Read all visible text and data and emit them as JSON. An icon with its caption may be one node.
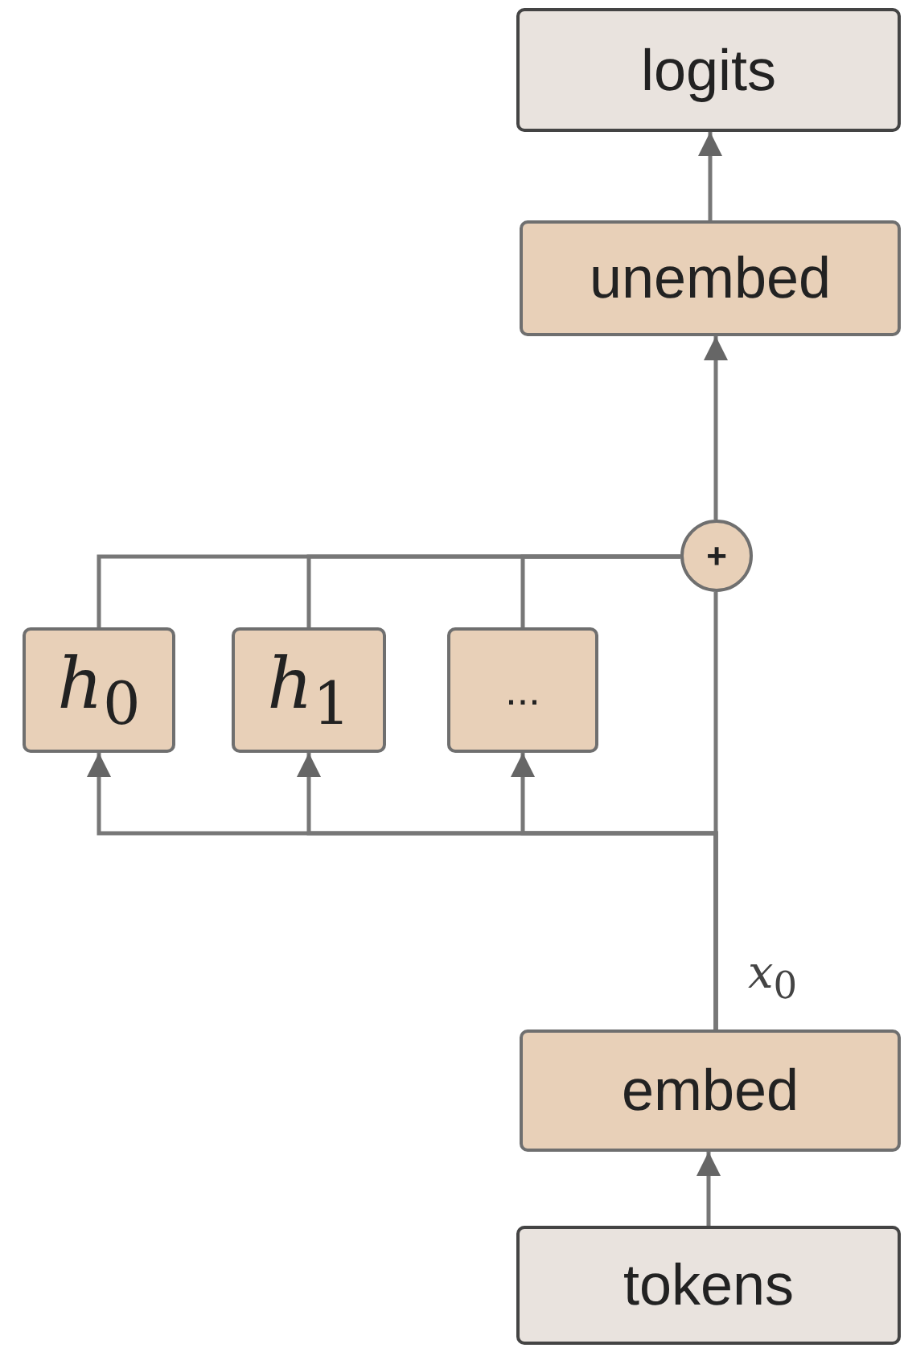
{
  "diagram": {
    "nodes": [
      {
        "text": [
          "logits"
        ]
      },
      {
        "text": [
          "unembed"
        ]
      },
      {
        "text": [
          "+"
        ]
      },
      {
        "text": [
          "*h*$_{0}$"
        ]
      },
      {
        "text": [
          "*h*$_{1}$"
        ]
      },
      {
        "text": [
          "..."
        ]
      },
      {
        "text": [
          "embed"
        ]
      },
      {
        "text": [
          "tokens"
        ]
      }
    ],
    "edges": [
      {
        "from": 7,
        "to": 6,
        "arrow": "to"
      },
      {
        "from": 6,
        "to": 2,
        "arrow": "none",
        "label": "*x*$_{0}$"
      },
      {
        "from": 6,
        "to": 3,
        "arrow": "to"
      },
      {
        "from": 6,
        "to": 4,
        "arrow": "to"
      },
      {
        "from": 6,
        "to": 5,
        "arrow": "to"
      },
      {
        "from": 3,
        "to": 2,
        "arrow": "none"
      },
      {
        "from": 4,
        "to": 2,
        "arrow": "none"
      },
      {
        "from": 5,
        "to": 2,
        "arrow": "none"
      },
      {
        "from": 2,
        "to": 1,
        "arrow": "to"
      },
      {
        "from": 1,
        "to": 0,
        "arrow": "to"
      }
    ]
  }
}
